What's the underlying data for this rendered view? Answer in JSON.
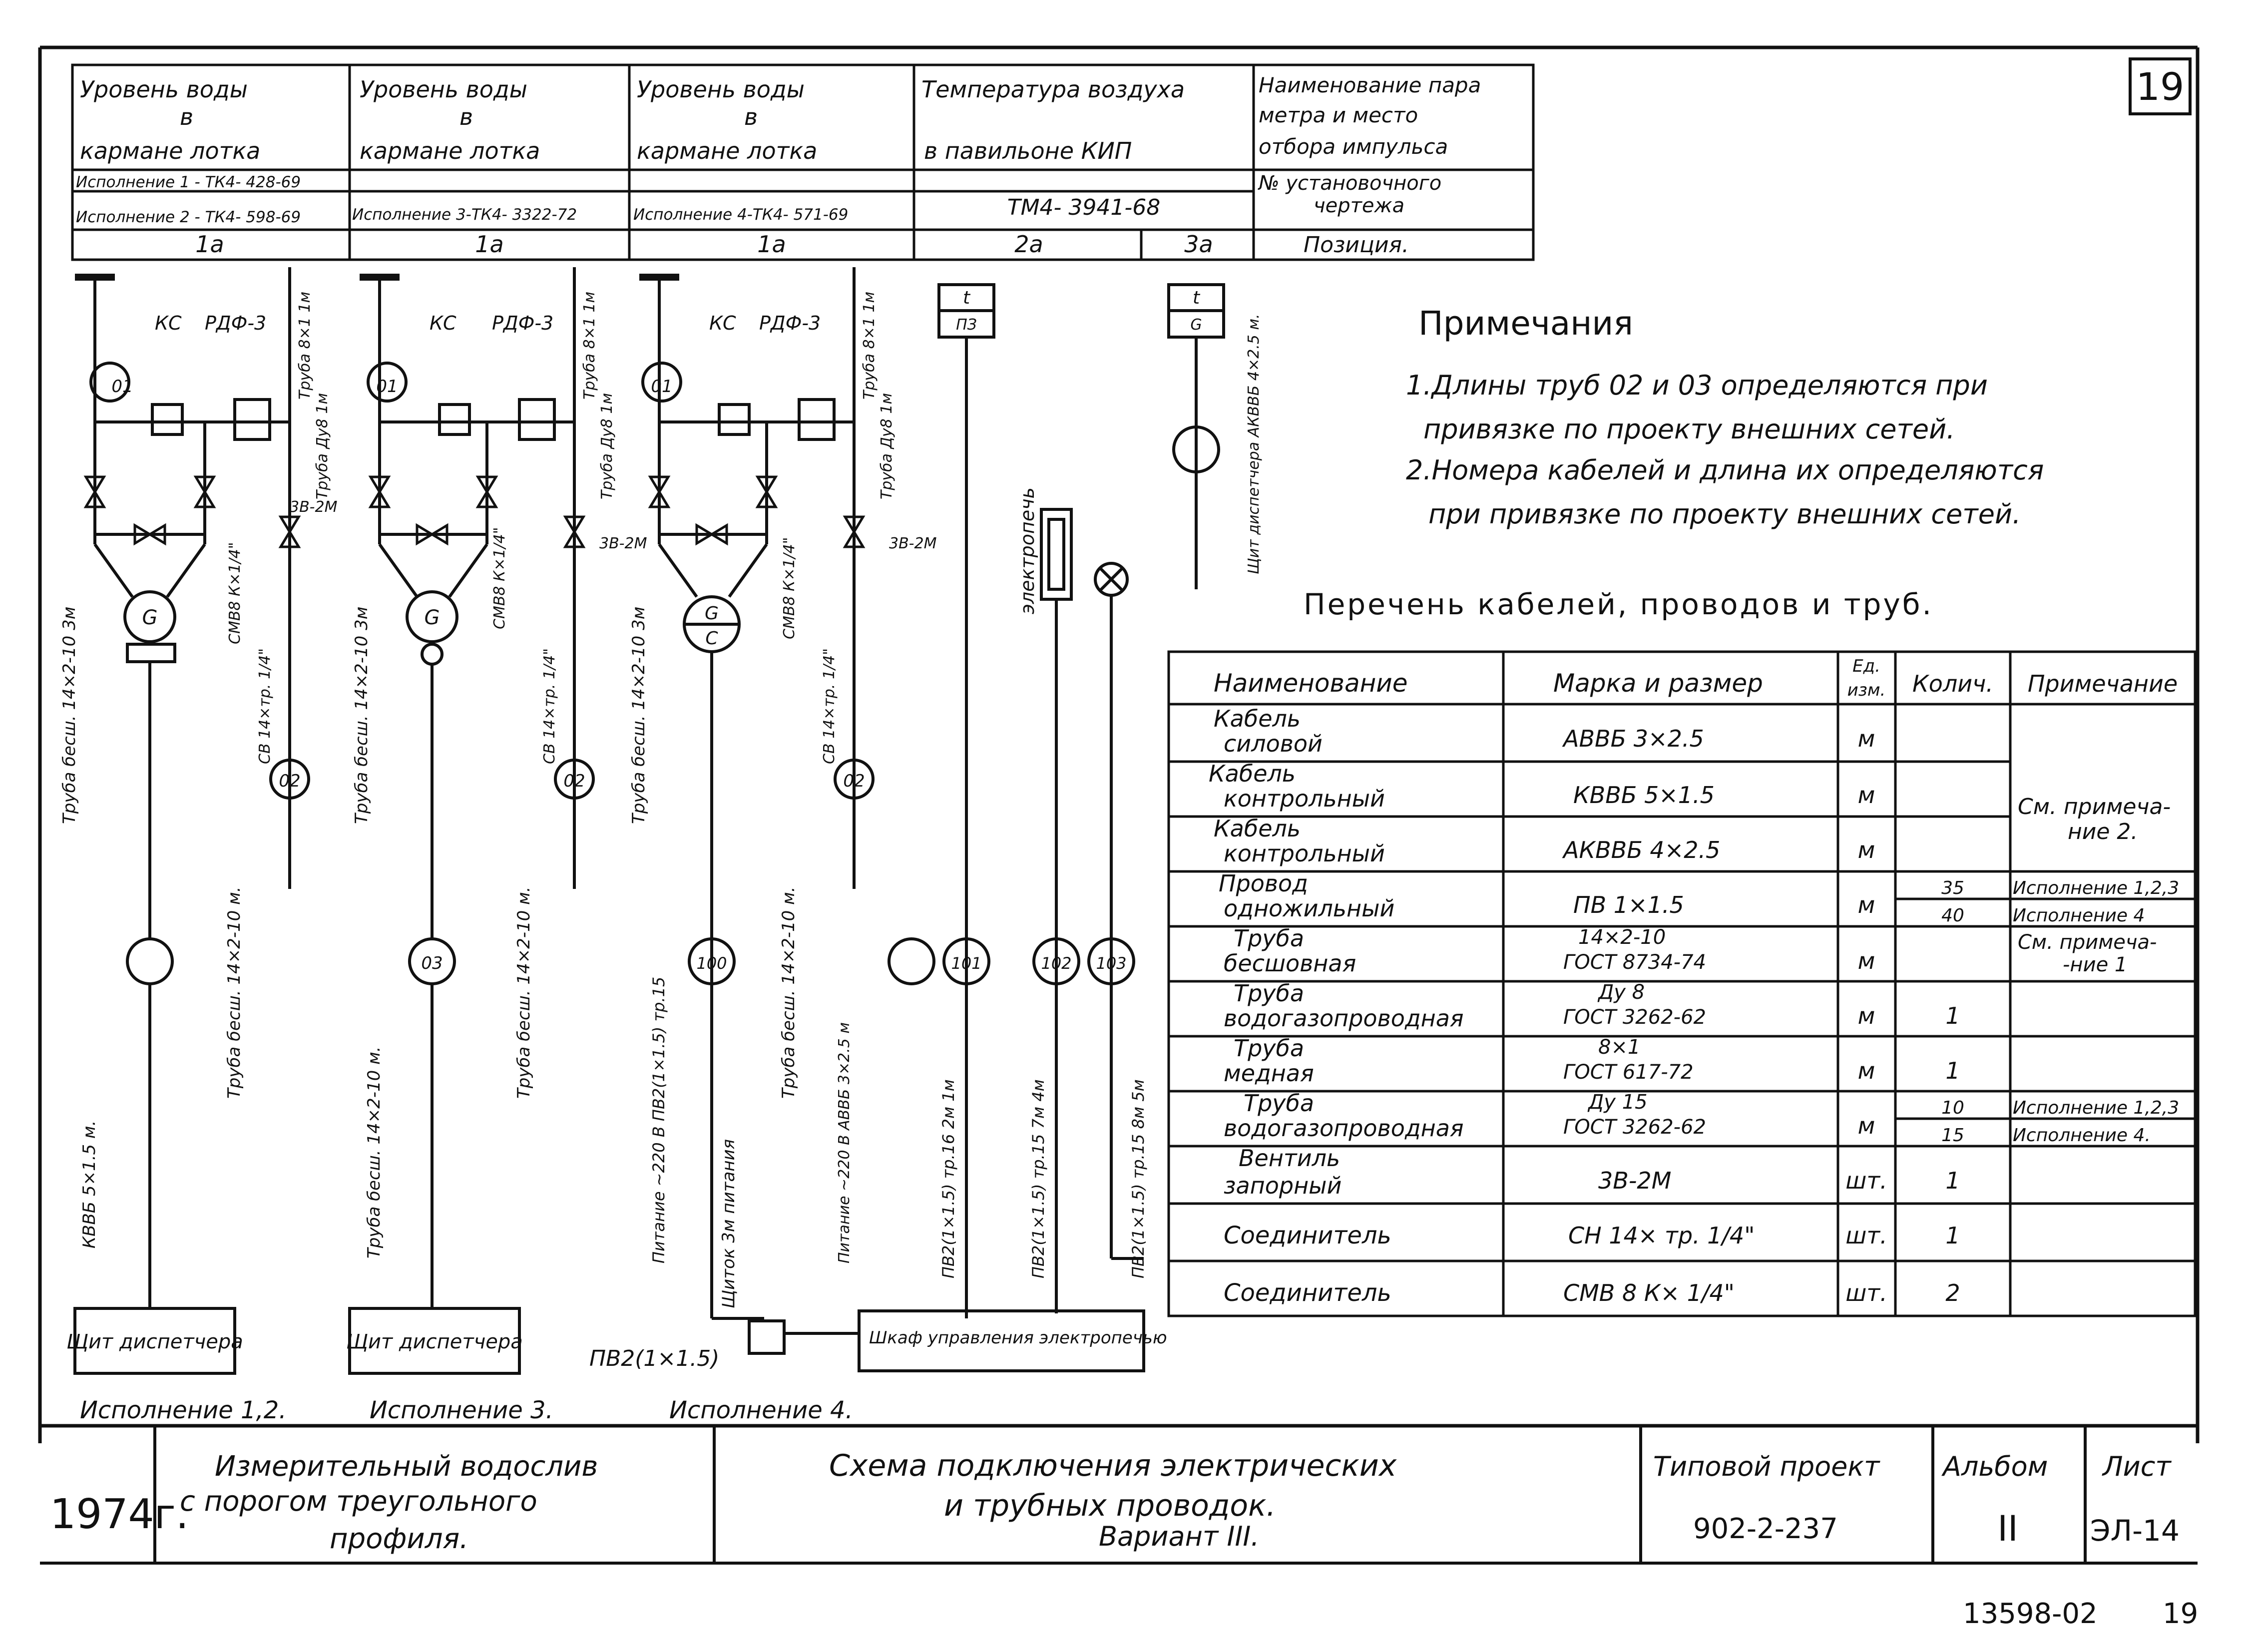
{
  "page_number": "19",
  "parameter_table": {
    "columns": [
      {
        "name": "Уровень воды в кармане лотка",
        "drawing": "Исполнение 1 - ТК4- 428-69",
        "drawing2": "Исполнение 2 - ТК4- 598-69",
        "position": "1а"
      },
      {
        "name": "Уровень воды в кармане лотка",
        "drawing": "Исполнение 3-ТК4- 3322-72",
        "position": "1а"
      },
      {
        "name": "Уровень воды в кармане лотка",
        "drawing": "Исполнение 4-ТК4- 571-69",
        "position": "1а"
      },
      {
        "name": "Температура воздуха в павильоне КИП",
        "drawing": "ТМ4- 3941-68",
        "position": "2а",
        "position2": "3а"
      }
    ],
    "row_labels": {
      "param": "Наименование параметра и место отбора импульса",
      "drawing": "№ установочного чертежа",
      "position": "Позиция."
    }
  },
  "notes": {
    "title": "Примечания",
    "lines": [
      "1.Длины труб 02 и 03 определяются при",
      "привязке по проекту внешних сетей.",
      "2.Номера кабелей и длина их определяются",
      "при привязке по проекту внешних сетей."
    ]
  },
  "cable_list": {
    "title": "Перечень кабелей, проводов и труб.",
    "headers": [
      "Наименование",
      "Марка и размер",
      "Ед. изм.",
      "Колич.",
      "Примечание"
    ],
    "rows": [
      {
        "name": "Кабель силовой",
        "mark": "АВВБ 3×2.5",
        "unit": "м",
        "qty": "",
        "note": ""
      },
      {
        "name": "Кабель контрольный",
        "mark": "КВВБ 5×1.5",
        "unit": "м",
        "qty": "",
        "note": "См. примечание 2."
      },
      {
        "name": "Кабель контрольный",
        "mark": "АКВВБ 4×2.5",
        "unit": "м",
        "qty": "",
        "note": ""
      },
      {
        "name": "Провод одножильный",
        "mark": "ПВ 1×1.5",
        "unit": "м",
        "qty": "35",
        "qty2": "40",
        "note": "Исполнение 1,2,3",
        "note2": "Исполнение 4"
      },
      {
        "name": "Труба бесшовная",
        "mark": "14×2-10 ГОСТ 8734-74",
        "unit": "м",
        "qty": "",
        "note": "См. примечание 1"
      },
      {
        "name": "Труба водогазопроводная",
        "mark": "Ду 8 ГОСТ 3262-62",
        "unit": "м",
        "qty": "1",
        "note": ""
      },
      {
        "name": "Труба медная",
        "mark": "8×1 ГОСТ 617-72",
        "unit": "м",
        "qty": "1",
        "note": ""
      },
      {
        "name": "Труба водогазопроводная",
        "mark": "Ду 15 ГОСТ 3262-62",
        "unit": "м",
        "qty": "10",
        "qty2": "15",
        "note": "Исполнение 1,2,3",
        "note2": "Исполнение 4."
      },
      {
        "name": "Вентиль запорный",
        "mark": "3В-2М",
        "unit": "шт.",
        "qty": "1",
        "note": ""
      },
      {
        "name": "Соединитель",
        "mark": "СН 14× тр. 1/4\"",
        "unit": "шт.",
        "qty": "1",
        "note": ""
      },
      {
        "name": "Соединитель",
        "mark": "СМВ 8 К× 1/4\"",
        "unit": "шт.",
        "qty": "2",
        "note": ""
      }
    ]
  },
  "diagram": {
    "tags": [
      "01",
      "02",
      "03",
      "100",
      "101",
      "102",
      "103",
      "G",
      "C",
      "t",
      "ПЗ",
      "КС",
      "РДФ-3",
      "3В-2М"
    ],
    "pipe_labels": {
      "pipe_dy8": "Труба Ду8 1м",
      "pipe_8x1": "Труба 8×1 1м",
      "smv": "СМВ8 К×1/4\"",
      "sv": "СВ 14×тр. 1/4\"",
      "seamless_3m": "Труба бесш. 14×2-10 3м",
      "seamless": "Труба бесш. 14×2-10",
      "seamless_m": "Труба бесш. 14×2-10 м.",
      "kvvb": "КВВБ 5×1.5 м.",
      "akvvb": "Щит диспетчера АКВВБ 4×2.5 м.",
      "power220": "Питание ~220 В ПВ2(1×1.5) тр.15",
      "power220b": "Питание ~220 В АВВБ 3×2.5 м",
      "shield_power": "Щиток 3м питания",
      "pv2_16": "ПВ2(1×1.5) тр.16 2м 1м",
      "pv2_15a": "ПВ2(1×1.5) тр.15 7м 4м",
      "pv2_15b": "ПВ2(1×1.5) тр.15 8м 5м",
      "pv2": "ПВ2(1×1.5)",
      "heater": "электропечь",
      "cabinet": "Шкаф управления электропечью",
      "dispatch": "Щит диспетчера",
      "v1": "Исполнение 1,2.",
      "v3": "Исполнение 3.",
      "v4": "Исполнение 4."
    }
  },
  "title_block": {
    "year": "1974г.",
    "object": "Измерительный водослив с порогом треугольного профиля.",
    "title": "Схема подключения электрических и трубных проводок. Вариант III.",
    "project_label": "Типовой проект",
    "project": "902-2-237",
    "album_label": "Альбом",
    "album": "II",
    "sheet_label": "Лист",
    "sheet": "ЭЛ-14"
  },
  "footer": {
    "code": "13598-02",
    "page": "19"
  }
}
